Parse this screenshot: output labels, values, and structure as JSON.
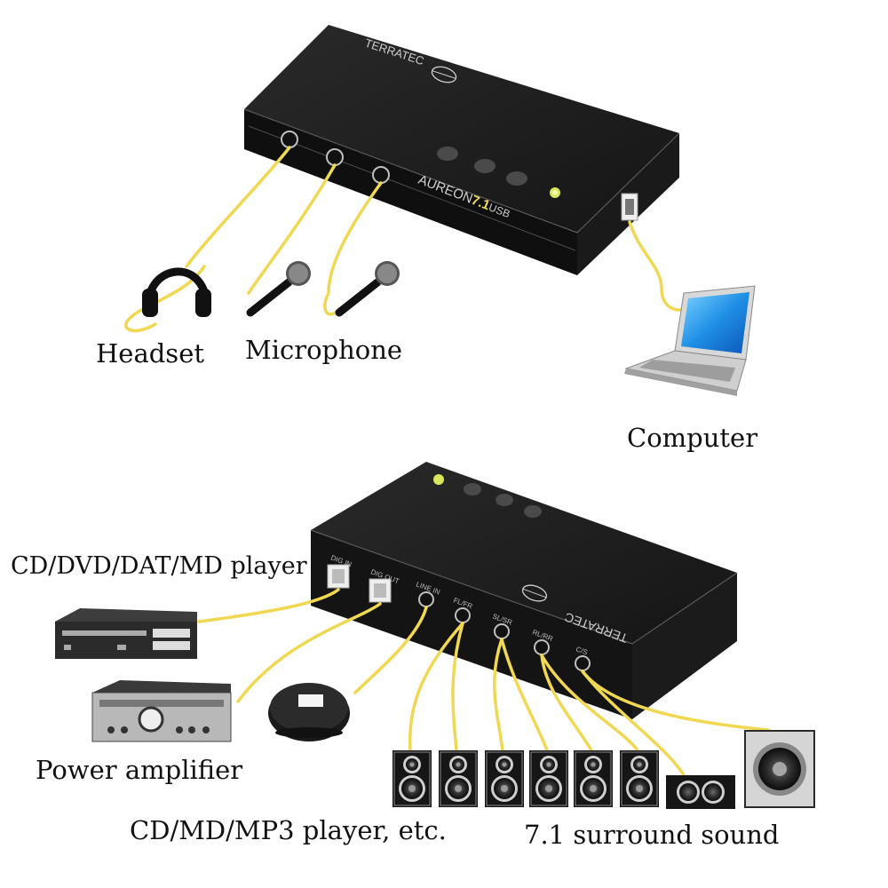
{
  "top": {
    "device": {
      "brand": "TERRATEC",
      "model_prefix": "AUREON",
      "model_number": "7.1",
      "model_suffix": "USB"
    },
    "labels": {
      "headset": "Headset",
      "microphone": "Microphone",
      "computer": "Computer"
    }
  },
  "bottom": {
    "device": {
      "brand": "TERRATEC",
      "ports": [
        "DIG IN",
        "DIG OUT",
        "LINE IN",
        "FL/FR",
        "SL/SR",
        "RL/RR",
        "C/S"
      ]
    },
    "labels": {
      "cd_player": "CD/DVD/DAT/MD player",
      "power_amplifier": "Power amplifier",
      "portable_player": "CD/MD/MP3 player, etc.",
      "surround": "7.1 surround sound"
    }
  },
  "colors": {
    "cable": "#f1d852",
    "device_body": "#1c1c1c",
    "led": "#d8e85a"
  },
  "icons": [
    "headphones-icon",
    "microphone-icon",
    "laptop-icon",
    "cd-player-icon",
    "amplifier-icon",
    "portable-cd-player-icon",
    "speaker-icon",
    "subwoofer-icon"
  ]
}
